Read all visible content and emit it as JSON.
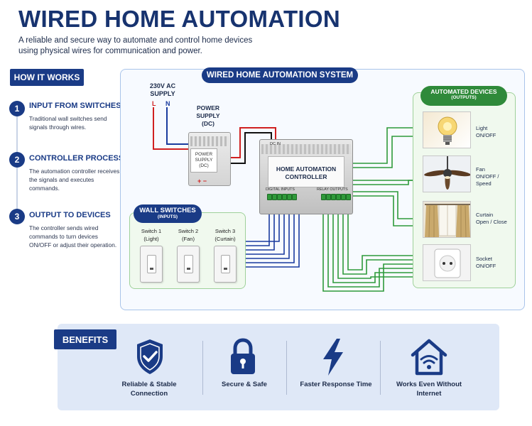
{
  "header": {
    "title": "WIRED HOME AUTOMATION",
    "subtitle": "A reliable and secure way to automate and control home devices using physical wires for communication and power."
  },
  "how_it_works": {
    "badge": "HOW IT WORKS",
    "steps": [
      {
        "num": "1",
        "title": "INPUT FROM SWITCHES",
        "desc": "Traditional wall switches send signals through wires."
      },
      {
        "num": "2",
        "title": "CONTROLLER PROCESSES",
        "desc": "The automation controller receives the signals and executes commands."
      },
      {
        "num": "3",
        "title": "OUTPUT TO DEVICES",
        "desc": "The controller sends wired commands to turn devices ON/OFF or adjust their operation."
      }
    ]
  },
  "system": {
    "badge": "WIRED HOME AUTOMATION SYSTEM",
    "ac_supply": "230V AC SUPPLY",
    "ac_l": "L",
    "ac_n": "N",
    "power_supply_label": "POWER SUPPLY (DC)",
    "psu_text": "POWER SUPPLY (DC)",
    "psu_polarity": "+  −",
    "controller": {
      "dc_in": "DC IN",
      "name": "HOME AUTOMATION CONTROLLER",
      "digital_inputs": "DIGITAL INPUTS",
      "relay_outputs": "RELAY OUTPUTS"
    },
    "wall_switches": {
      "title": "WALL SWITCHES",
      "subtitle": "(INPUTS)",
      "switches": [
        {
          "name": "Switch 1",
          "target": "(Light)"
        },
        {
          "name": "Switch 2",
          "target": "(Fan)"
        },
        {
          "name": "Switch 3",
          "target": "(Curtain)"
        }
      ]
    },
    "outputs": {
      "title": "AUTOMATED DEVICES",
      "subtitle": "(OUTPUTS)",
      "devices": [
        {
          "name": "Light",
          "action": "ON/OFF",
          "icon": "bulb-icon"
        },
        {
          "name": "Fan",
          "action": "ON/OFF / Speed",
          "icon": "ceiling-fan-icon"
        },
        {
          "name": "Curtain",
          "action": "Open / Close",
          "icon": "curtain-icon"
        },
        {
          "name": "Socket",
          "action": "ON/OFF",
          "icon": "socket-icon"
        }
      ]
    }
  },
  "benefits": {
    "badge": "BENEFITS",
    "items": [
      {
        "label": "Reliable & Stable Connection",
        "icon": "shield-check-icon"
      },
      {
        "label": "Secure & Safe",
        "icon": "lock-icon"
      },
      {
        "label": "Faster Response Time",
        "icon": "lightning-icon"
      },
      {
        "label": "Works Even Without Internet",
        "icon": "home-wifi-icon"
      }
    ]
  },
  "colors": {
    "primary": "#1a3b86",
    "green": "#2f8a3a",
    "wire_blue": "#1a3b9e",
    "wire_red": "#d02020",
    "wire_green": "#2f9a3a"
  }
}
